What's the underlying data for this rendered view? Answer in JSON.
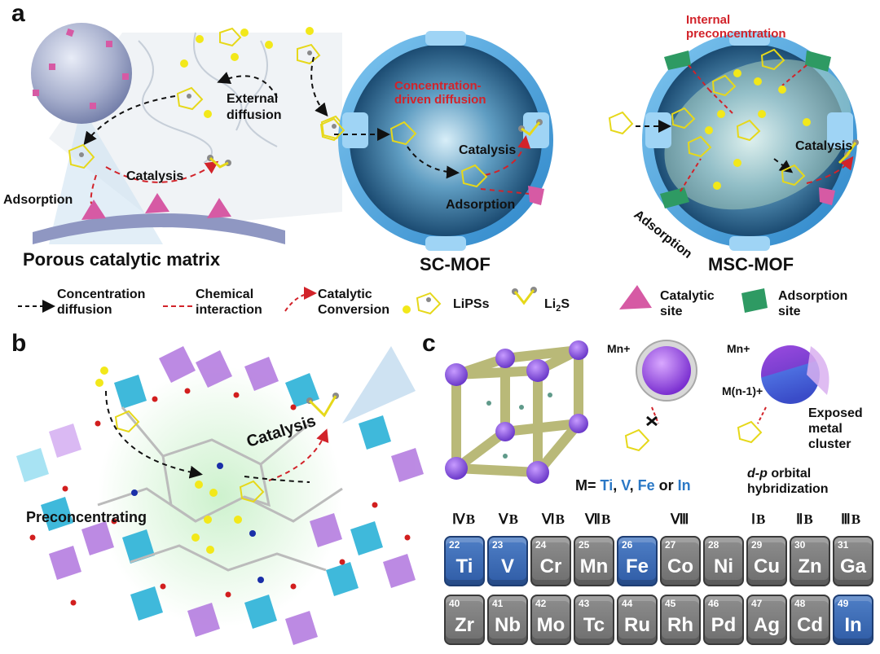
{
  "panel_a": {
    "letter": "a",
    "porous_title": "Porous catalytic matrix",
    "sc_title": "SC-MOF",
    "msc_title": "MSC-MOF",
    "external_diffusion": "External diffusion",
    "catalysis": "Catalysis",
    "adsorption": "Adsorption",
    "concentration_driven": "Concentration-driven diffusion",
    "internal_preconcentration": "Internal preconcentration"
  },
  "legend": {
    "concentration_diffusion": "Concentration diffusion",
    "chemical_interaction": "Chemical interaction",
    "catalytic_conversion": "Catalytic Conversion",
    "lipss": "LiPSs",
    "li2s_main": "Li",
    "li2s_sub": "2",
    "li2s_tail": "S",
    "catalytic_site": "Catalytic site",
    "adsorption_site": "Adsorption site"
  },
  "panel_b": {
    "letter": "b",
    "catalysis": "Catalysis",
    "preconcentrating": "Preconcentrating"
  },
  "panel_c": {
    "letter": "c",
    "mn_plus": "Mn+",
    "mn_plus_2": "Mn+",
    "mn1_plus": "M(n-1)+",
    "exposed": "Exposed metal cluster",
    "dp_italic": "d-p",
    "dp_rest": "orbital hybridization",
    "m_eq": "M=",
    "m_ti": "Ti",
    "m_v": "V",
    "m_fe": "Fe",
    "m_or": "or",
    "m_in": "In",
    "groups": [
      "ⅣB",
      "ⅤB",
      "ⅥB",
      "ⅦB",
      "Ⅷ",
      "ⅠB",
      "ⅡB",
      "ⅢB"
    ]
  },
  "periodic_table": {
    "row1": [
      {
        "num": "22",
        "sym": "Ti",
        "hl": true
      },
      {
        "num": "23",
        "sym": "V",
        "hl": true
      },
      {
        "num": "24",
        "sym": "Cr",
        "hl": false
      },
      {
        "num": "25",
        "sym": "Mn",
        "hl": false
      },
      {
        "num": "26",
        "sym": "Fe",
        "hl": true
      },
      {
        "num": "27",
        "sym": "Co",
        "hl": false
      },
      {
        "num": "28",
        "sym": "Ni",
        "hl": false
      },
      {
        "num": "29",
        "sym": "Cu",
        "hl": false
      },
      {
        "num": "30",
        "sym": "Zn",
        "hl": false
      },
      {
        "num": "31",
        "sym": "Ga",
        "hl": false
      }
    ],
    "row2": [
      {
        "num": "40",
        "sym": "Zr",
        "hl": false
      },
      {
        "num": "41",
        "sym": "Nb",
        "hl": false
      },
      {
        "num": "42",
        "sym": "Mo",
        "hl": false
      },
      {
        "num": "43",
        "sym": "Tc",
        "hl": false
      },
      {
        "num": "44",
        "sym": "Ru",
        "hl": false
      },
      {
        "num": "45",
        "sym": "Rh",
        "hl": false
      },
      {
        "num": "46",
        "sym": "Pd",
        "hl": false
      },
      {
        "num": "47",
        "sym": "Ag",
        "hl": false
      },
      {
        "num": "48",
        "sym": "Cd",
        "hl": false
      },
      {
        "num": "49",
        "sym": "In",
        "hl": true
      }
    ]
  },
  "colors": {
    "red": "#d2232a",
    "blue_text": "#2a78c6",
    "highlight_cell": "#3766b0",
    "grey_cell": "#7d7d7d",
    "catalytic_site": "#d65aa4",
    "adsorption_site": "#2e9a63"
  }
}
